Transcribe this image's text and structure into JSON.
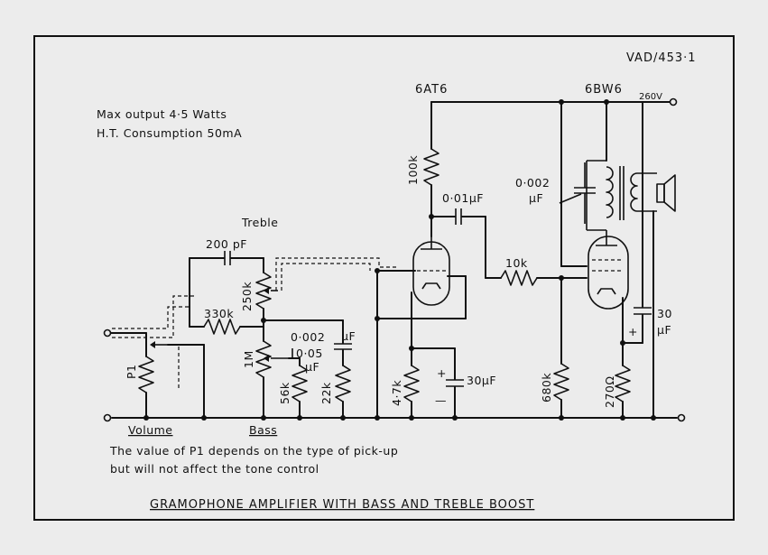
{
  "ref_code": "VAD/453·1",
  "specs": {
    "line1": "Max output  4·5 Watts",
    "line2": "H.T.  Consumption  50mA"
  },
  "tubes": {
    "v1": "6AT6",
    "v2": "6BW6"
  },
  "ht_label": "260V",
  "components": {
    "r_100k": "100k",
    "c_001": "0·01µF",
    "c_0002_out": "0·002",
    "c_0002_out_unit": "µF",
    "treble_title": "Treble",
    "c_200p": "200 pF",
    "r_250k": "250k",
    "r_330k": "330k",
    "r_1m": "1M",
    "c_0002_bass": "0·002",
    "c_0002_bass_unit": "µF",
    "c_005": "0·05",
    "c_005_unit": "µF",
    "r_56k": "56k",
    "r_22k": "22k",
    "p1": "P1",
    "volume": "Volume",
    "bass": "Bass",
    "r_10k": "10k",
    "r_47k": "4·7k",
    "c_30u": "30µF",
    "r_680k": "680k",
    "r_270": "270Ω",
    "c_30_big": "30",
    "c_30_big_unit": "µF",
    "plus": "+",
    "minus": "—"
  },
  "note": {
    "line1": "The value of  P1 depends on the type of pick-up",
    "line2": "but will not affect the tone control"
  },
  "title": "GRAMOPHONE AMPLIFIER WITH BASS AND TREBLE BOOST"
}
